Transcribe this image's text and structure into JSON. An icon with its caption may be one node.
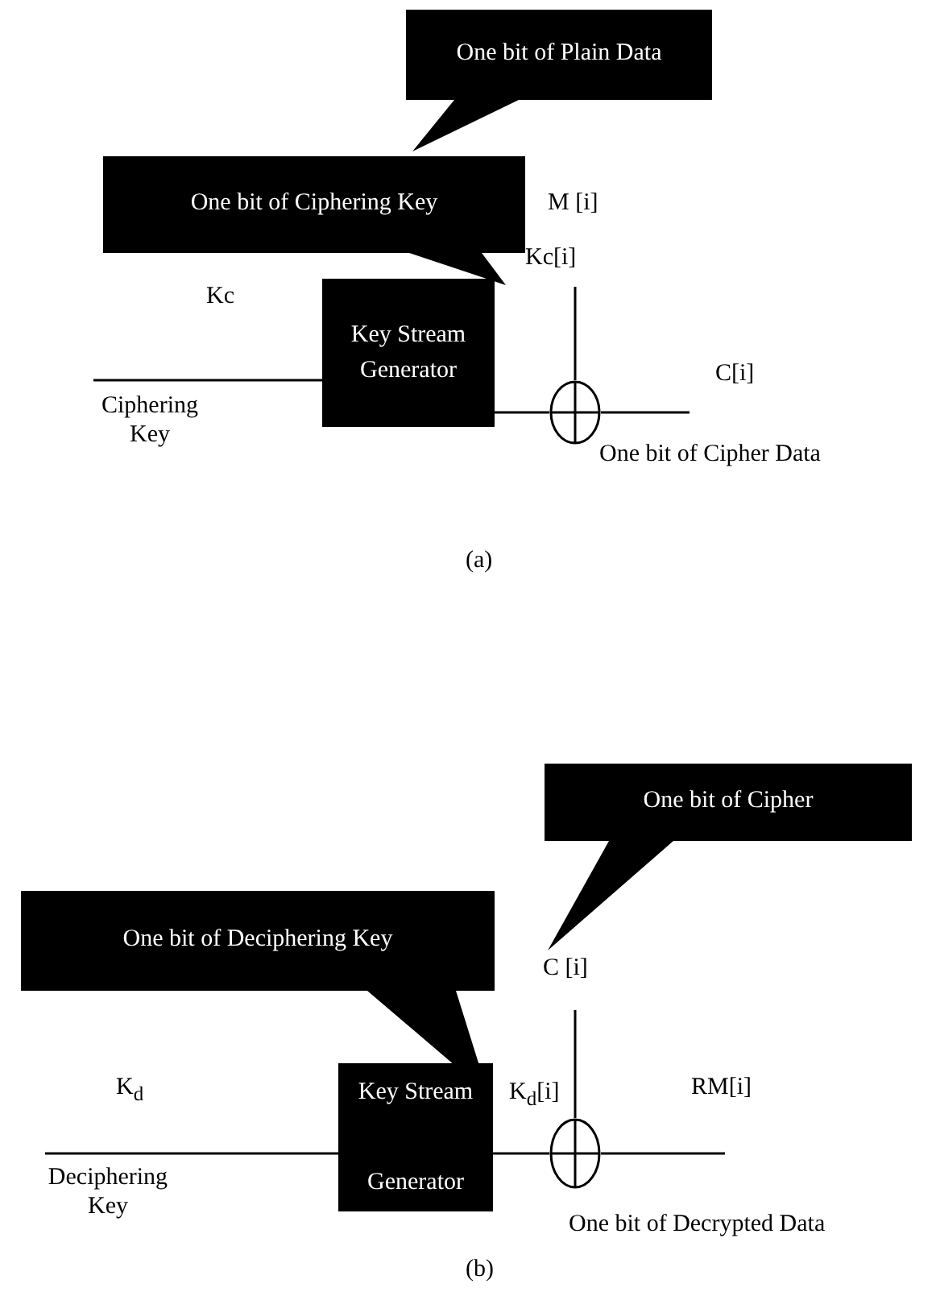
{
  "diagram": {
    "nodes": [
      {
        "text": [
          "One bit of Plain Data"
        ]
      },
      {
        "text": [
          "One bit of Ciphering Key"
        ]
      },
      {
        "text": [
          "Key Stream Generator"
        ]
      },
      {
        "text": [],
        "shape": "circle"
      },
      {
        "text": [
          "One bit of Cipher"
        ]
      },
      {
        "text": [
          "One bit of Deciphering Key"
        ]
      },
      {
        "text": [
          "Key Stream Generator"
        ]
      },
      {
        "text": [],
        "shape": "circle"
      }
    ],
    "edges": [
      {
        "from": null,
        "to": 2,
        "arrow": "none"
      },
      {
        "from": 2,
        "to": 3,
        "arrow": "none"
      },
      {
        "from": null,
        "to": 3,
        "arrow": "none"
      },
      {
        "from": 3,
        "to": null,
        "arrow": "none"
      },
      {
        "from": null,
        "to": 6,
        "arrow": "none"
      },
      {
        "from": 6,
        "to": 7,
        "arrow": "none"
      },
      {
        "from": null,
        "to": 7,
        "arrow": "none"
      },
      {
        "from": 7,
        "to": null,
        "arrow": "none"
      }
    ],
    "labels": [
      "M [i]",
      "Kc[i]",
      "Kc",
      "C[i]",
      "Ciphering Key",
      "One bit of Cipher Data",
      "(a)",
      "C [i]",
      "K$_{d}$",
      "K$_{d}$[i]",
      "RM[i]",
      "Deciphering Key",
      "One bit of Decrypted Data",
      "(b)"
    ]
  }
}
